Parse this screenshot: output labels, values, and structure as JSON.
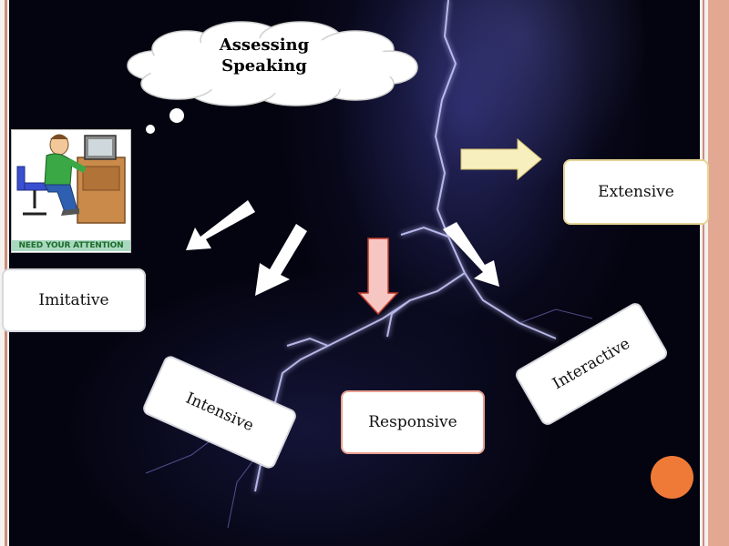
{
  "diagram": {
    "thought": {
      "line1": "Assessing",
      "line2": "Speaking"
    },
    "picture_caption": "NEED YOUR ATTENTION",
    "categories": {
      "imitative": "Imitative",
      "intensive": "Intensive",
      "responsive": "Responsive",
      "interactive": "Interactive",
      "extensive": "Extensive"
    },
    "icons": {
      "arrows": "arrow-icon",
      "cloud": "thought-cloud-icon",
      "dot": "circle-icon"
    },
    "colors": {
      "arrow_white": "#ffffff",
      "arrow_pink": "#f6c7c2",
      "arrow_yellow": "#f7efbd",
      "accent_dot": "#ef7a38",
      "frame_rule": "#c98e7c"
    }
  }
}
